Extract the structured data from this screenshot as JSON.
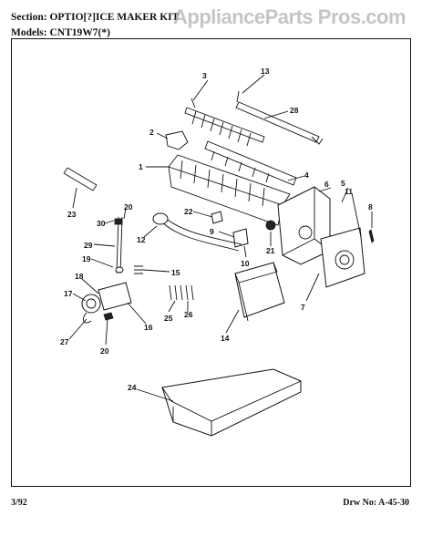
{
  "header": {
    "section_line": "Section: OPTIO[?]ICE MAKER KIT",
    "models_line": "Models: CNT19W7(*)"
  },
  "watermark": "ApplianceParts Pros.com",
  "footer": {
    "date": "3/92",
    "drawing_no": "Drw No: A-45-30"
  },
  "callouts": {
    "c1": "1",
    "c2": "2",
    "c3": "3",
    "c4": "4",
    "c5": "5",
    "c6": "6",
    "c7": "7",
    "c8": "8",
    "c9": "9",
    "c10": "10",
    "c11": "11",
    "c12": "12",
    "c13": "13",
    "c14": "14",
    "c15": "15",
    "c16": "16",
    "c17": "17",
    "c18": "18",
    "c19": "19",
    "c20a": "20",
    "c20b": "20",
    "c21": "21",
    "c22": "22",
    "c23": "23",
    "c24": "24",
    "c25": "25",
    "c26": "26",
    "c27": "27",
    "c28": "28",
    "c29": "29",
    "c30": "30"
  }
}
